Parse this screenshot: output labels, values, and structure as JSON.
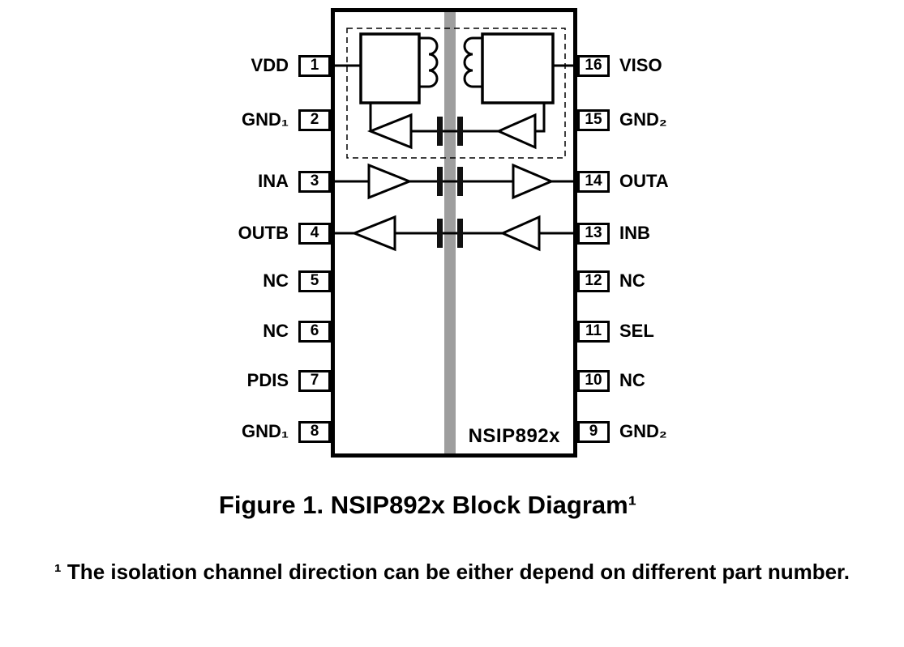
{
  "figure": {
    "caption": "Figure 1. NSIP892x Block Diagram¹",
    "footnote": "¹ The isolation channel direction can be either depend on different part number."
  },
  "chip": {
    "label": "NSIP892x",
    "pins_left": [
      {
        "number": "1",
        "label": "VDD"
      },
      {
        "number": "2",
        "label": "GND₁"
      },
      {
        "number": "3",
        "label": "INA"
      },
      {
        "number": "4",
        "label": "OUTB"
      },
      {
        "number": "5",
        "label": "NC"
      },
      {
        "number": "6",
        "label": "NC"
      },
      {
        "number": "7",
        "label": "PDIS"
      },
      {
        "number": "8",
        "label": "GND₁"
      }
    ],
    "pins_right": [
      {
        "number": "16",
        "label": "VISO"
      },
      {
        "number": "15",
        "label": "GND₂"
      },
      {
        "number": "14",
        "label": "OUTA"
      },
      {
        "number": "13",
        "label": "INB"
      },
      {
        "number": "12",
        "label": "NC"
      },
      {
        "number": "11",
        "label": "SEL"
      },
      {
        "number": "10",
        "label": "NC"
      },
      {
        "number": "9",
        "label": "GND₂"
      }
    ]
  },
  "colors": {
    "barrier": "#9e9e9e",
    "line": "#000000",
    "background": "#ffffff"
  }
}
